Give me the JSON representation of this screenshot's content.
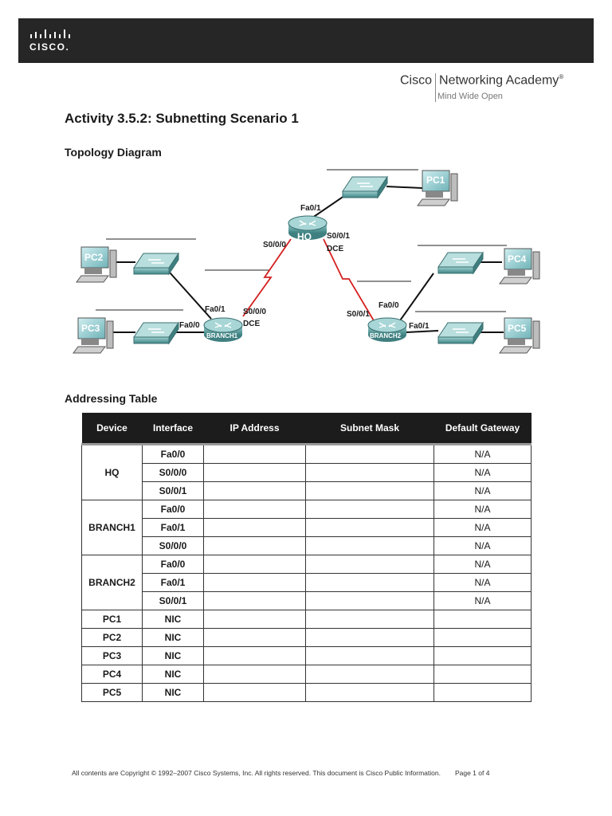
{
  "header": {
    "logo_text": "CISCO.",
    "academy_left": "Cisco",
    "academy_right": "Networking Academy",
    "academy_mark": "®",
    "tagline": "Mind Wide Open"
  },
  "title": "Activity 3.5.2: Subnetting Scenario 1",
  "topology": {
    "heading": "Topology Diagram",
    "labels": {
      "pc1": "PC1",
      "pc2": "PC2",
      "pc3": "PC3",
      "pc4": "PC4",
      "pc5": "PC5",
      "hq": "HQ",
      "branch1": "BRANCH1",
      "branch2": "BRANCH2",
      "hq_fa01": "Fa0/1",
      "hq_s000": "S0/0/0",
      "hq_s001": "S0/0/1",
      "hq_dce": "DCE",
      "b1_fa01": "Fa0/1",
      "b1_fa00": "Fa0/0",
      "b1_s000": "S0/0/0",
      "b1_dce": "DCE",
      "b2_fa00": "Fa0/0",
      "b2_fa01": "Fa0/1",
      "b2_s001": "S0/0/1"
    }
  },
  "addressing": {
    "heading": "Addressing Table",
    "columns": [
      "Device",
      "Interface",
      "IP Address",
      "Subnet Mask",
      "Default Gateway"
    ],
    "rows": [
      {
        "device": "HQ",
        "interface": "Fa0/0",
        "ip": "",
        "mask": "",
        "gateway": "N/A"
      },
      {
        "device": "",
        "interface": "S0/0/0",
        "ip": "",
        "mask": "",
        "gateway": "N/A"
      },
      {
        "device": "",
        "interface": "S0/0/1",
        "ip": "",
        "mask": "",
        "gateway": "N/A"
      },
      {
        "device": "BRANCH1",
        "interface": "Fa0/0",
        "ip": "",
        "mask": "",
        "gateway": "N/A"
      },
      {
        "device": "",
        "interface": "Fa0/1",
        "ip": "",
        "mask": "",
        "gateway": "N/A"
      },
      {
        "device": "",
        "interface": "S0/0/0",
        "ip": "",
        "mask": "",
        "gateway": "N/A"
      },
      {
        "device": "BRANCH2",
        "interface": "Fa0/0",
        "ip": "",
        "mask": "",
        "gateway": "N/A"
      },
      {
        "device": "",
        "interface": "Fa0/1",
        "ip": "",
        "mask": "",
        "gateway": "N/A"
      },
      {
        "device": "",
        "interface": "S0/0/1",
        "ip": "",
        "mask": "",
        "gateway": "N/A"
      },
      {
        "device": "PC1",
        "interface": "NIC",
        "ip": "",
        "mask": "",
        "gateway": ""
      },
      {
        "device": "PC2",
        "interface": "NIC",
        "ip": "",
        "mask": "",
        "gateway": ""
      },
      {
        "device": "PC3",
        "interface": "NIC",
        "ip": "",
        "mask": "",
        "gateway": ""
      },
      {
        "device": "PC4",
        "interface": "NIC",
        "ip": "",
        "mask": "",
        "gateway": ""
      },
      {
        "device": "PC5",
        "interface": "NIC",
        "ip": "",
        "mask": "",
        "gateway": ""
      }
    ]
  },
  "footer": {
    "copyright": "All contents are Copyright © 1992–2007 Cisco Systems, Inc. All rights reserved. This document is Cisco Public Information.",
    "page": "Page 1 of 4"
  },
  "colors": {
    "header_bar": "#262626",
    "device_teal": "#5f9ea0",
    "serial_link": "#d42020",
    "table_header": "#1c1c1c"
  }
}
